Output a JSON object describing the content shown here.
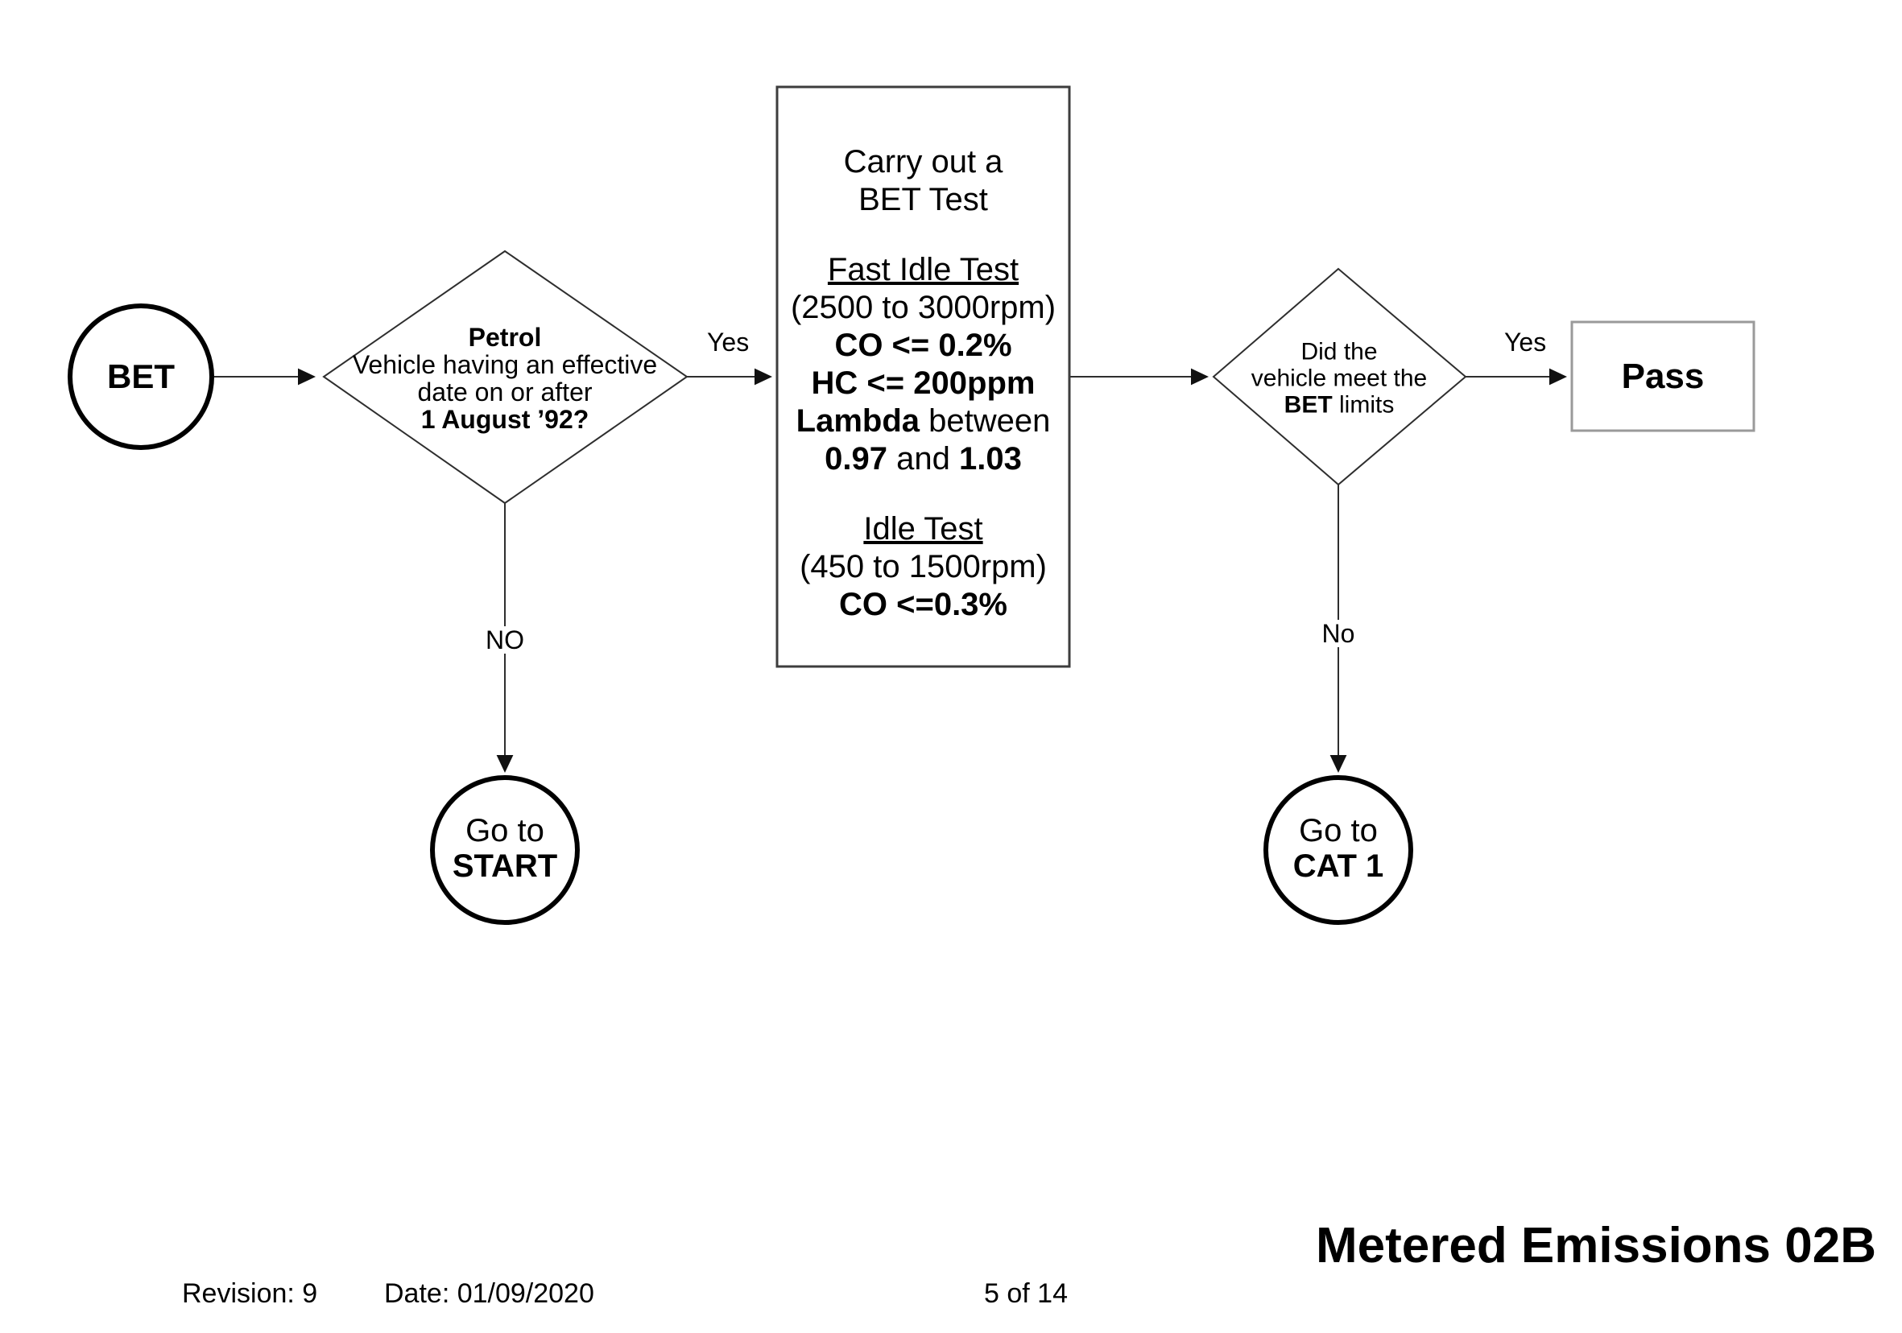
{
  "title": "Metered Emissions 02B",
  "footer": {
    "revision": "Revision: 9",
    "date": "Date: 01/09/2020",
    "page": "5 of 14"
  },
  "colors": {
    "line": "#2e2e2e",
    "process_border": "#3d3d3d",
    "pass_border": "#9a9a9a",
    "node_fill": "#ffffff",
    "text": "#000000"
  },
  "nodes": {
    "start_circle": {
      "label": "BET"
    },
    "decision_petrol": {
      "line1": "Petrol",
      "line2": "Vehicle having an effective",
      "line3": "date on or after",
      "line4": "1 August ’92?"
    },
    "process_bet_test": {
      "heading_line1": "Carry out a",
      "heading_line2": "BET Test",
      "fast_idle_title": "Fast Idle Test",
      "fast_idle_rpm": "(2500 to 3000rpm)",
      "fast_idle_co": "CO <= 0.2%",
      "fast_idle_hc": "HC <= 200ppm",
      "lambda_bold": "Lambda",
      "lambda_rest": " between",
      "lambda_low": "0.97",
      "lambda_and": " and ",
      "lambda_high": "1.03",
      "idle_title": "Idle Test",
      "idle_rpm": "(450 to 1500rpm)",
      "idle_co": "CO <=0.3%"
    },
    "decision_limits": {
      "line1": "Did the",
      "line2": "vehicle meet the",
      "line3_bold": "BET",
      "line3_rest": " limits"
    },
    "pass_box": {
      "label": "Pass"
    },
    "goto_start_circle": {
      "line1": "Go to",
      "line2": "START"
    },
    "goto_cat1_circle": {
      "line1": "Go to",
      "line2": "CAT 1"
    }
  },
  "edges": {
    "petrol_yes": "Yes",
    "petrol_no": "NO",
    "limits_yes": "Yes",
    "limits_no": "No"
  }
}
